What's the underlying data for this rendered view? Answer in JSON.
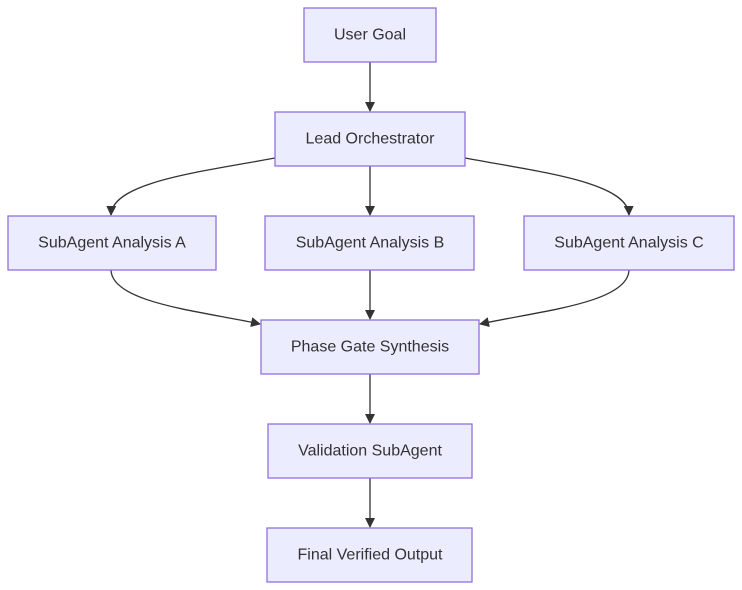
{
  "nodes": {
    "user_goal": "User Goal",
    "lead_orchestrator": "Lead Orchestrator",
    "subagent_a": "SubAgent Analysis A",
    "subagent_b": "SubAgent Analysis B",
    "subagent_c": "SubAgent Analysis C",
    "phase_gate": "Phase Gate Synthesis",
    "validation": "Validation SubAgent",
    "final_output": "Final Verified Output"
  },
  "edges": [
    {
      "from": "User Goal",
      "to": "Lead Orchestrator"
    },
    {
      "from": "Lead Orchestrator",
      "to": "SubAgent Analysis A"
    },
    {
      "from": "Lead Orchestrator",
      "to": "SubAgent Analysis B"
    },
    {
      "from": "Lead Orchestrator",
      "to": "SubAgent Analysis C"
    },
    {
      "from": "SubAgent Analysis A",
      "to": "Phase Gate Synthesis"
    },
    {
      "from": "SubAgent Analysis B",
      "to": "Phase Gate Synthesis"
    },
    {
      "from": "SubAgent Analysis C",
      "to": "Phase Gate Synthesis"
    },
    {
      "from": "Phase Gate Synthesis",
      "to": "Validation SubAgent"
    },
    {
      "from": "Validation SubAgent",
      "to": "Final Verified Output"
    }
  ],
  "colors": {
    "node_fill": "#ECECFF",
    "node_stroke": "#9370DB",
    "edge": "#333333",
    "text": "#333333"
  }
}
